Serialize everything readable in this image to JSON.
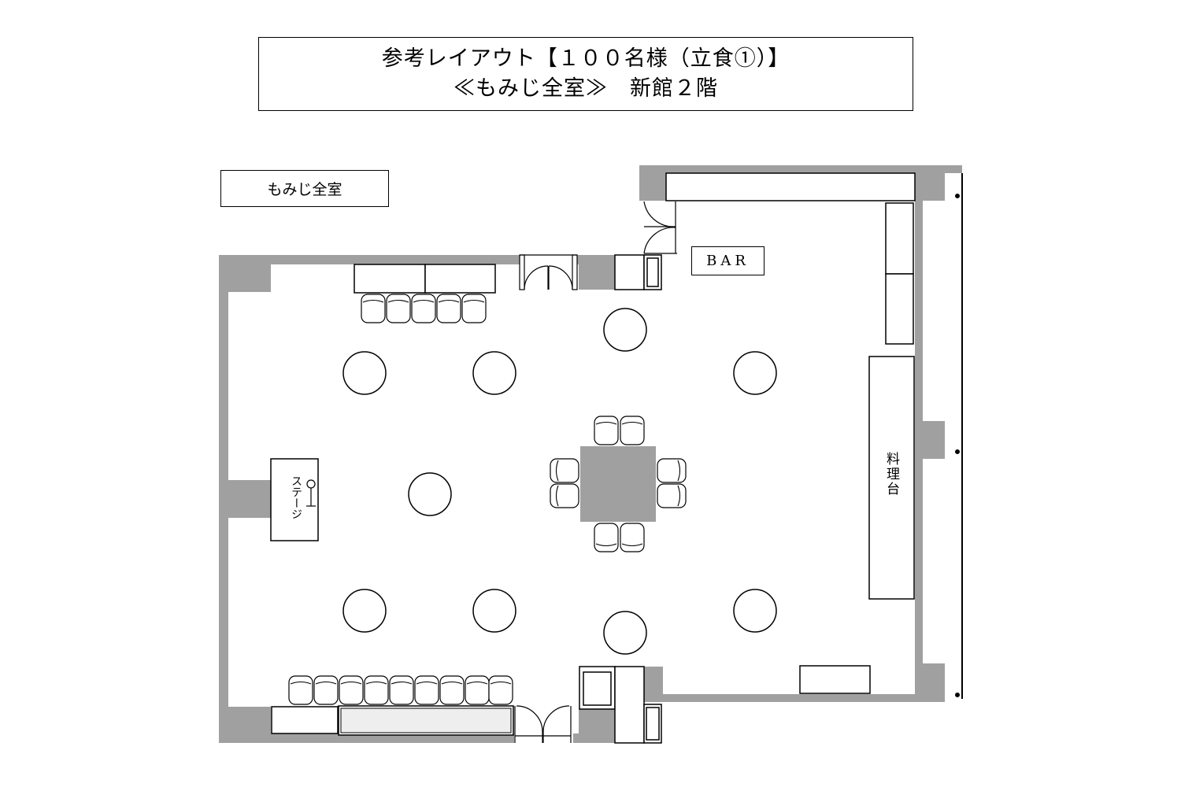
{
  "header": {
    "line1": "参考レイアウト【１００名様（立食①）】",
    "line2": "≪もみじ全室≫　新館２階"
  },
  "room_label": "もみじ全室",
  "bar_label": "BAR",
  "stage_label": "ステージ",
  "kitchen_label": "料理台",
  "colors": {
    "wall": "#a0a0a0",
    "table_fill": "#a0a0a0",
    "line": "#000000",
    "light_fill": "#eeeeee"
  },
  "icons": [
    "microphone-icon",
    "door-icon"
  ]
}
